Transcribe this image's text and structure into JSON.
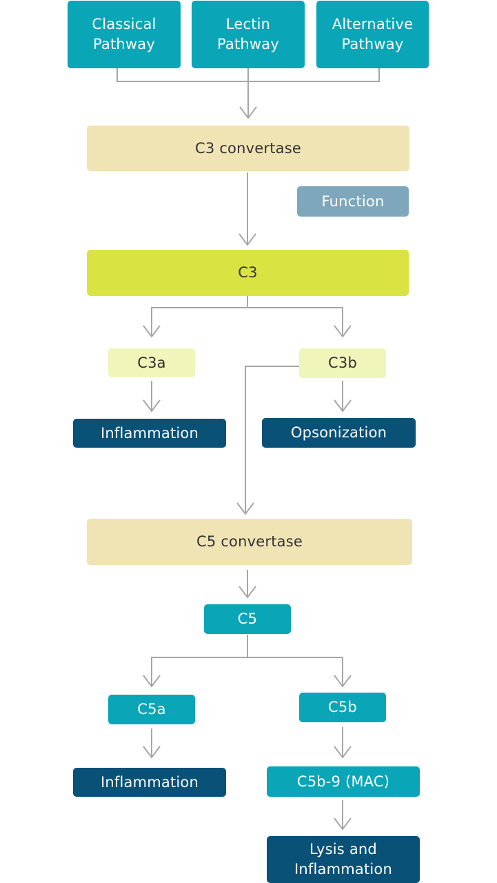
{
  "pathways": {
    "classical": "Classical\nPathway",
    "lectin": "Lectin\nPathway",
    "alternative": "Alternative\nPathway"
  },
  "c3_convertase": "C3 convertase",
  "function_legend": "Function",
  "c3": "C3",
  "c3a": "C3a",
  "c3b": "C3b",
  "inflammation_1": "Inflammation",
  "opsonization": "Opsonization",
  "c5_convertase": "C5 convertase",
  "c5": "C5",
  "c5a": "C5a",
  "c5b": "C5b",
  "inflammation_2": "Inflammation",
  "mac": "C5b-9 (MAC)",
  "lysis": "Lysis and\nInflammation",
  "colors": {
    "teal": "#0aa5b7",
    "navy": "#0a5178",
    "beige": "#f0e3b4",
    "lime": "#d9e442",
    "pale_yellow": "#f0f5b9",
    "function_blue": "#7ea7bb",
    "connector": "#a6a6a6"
  }
}
